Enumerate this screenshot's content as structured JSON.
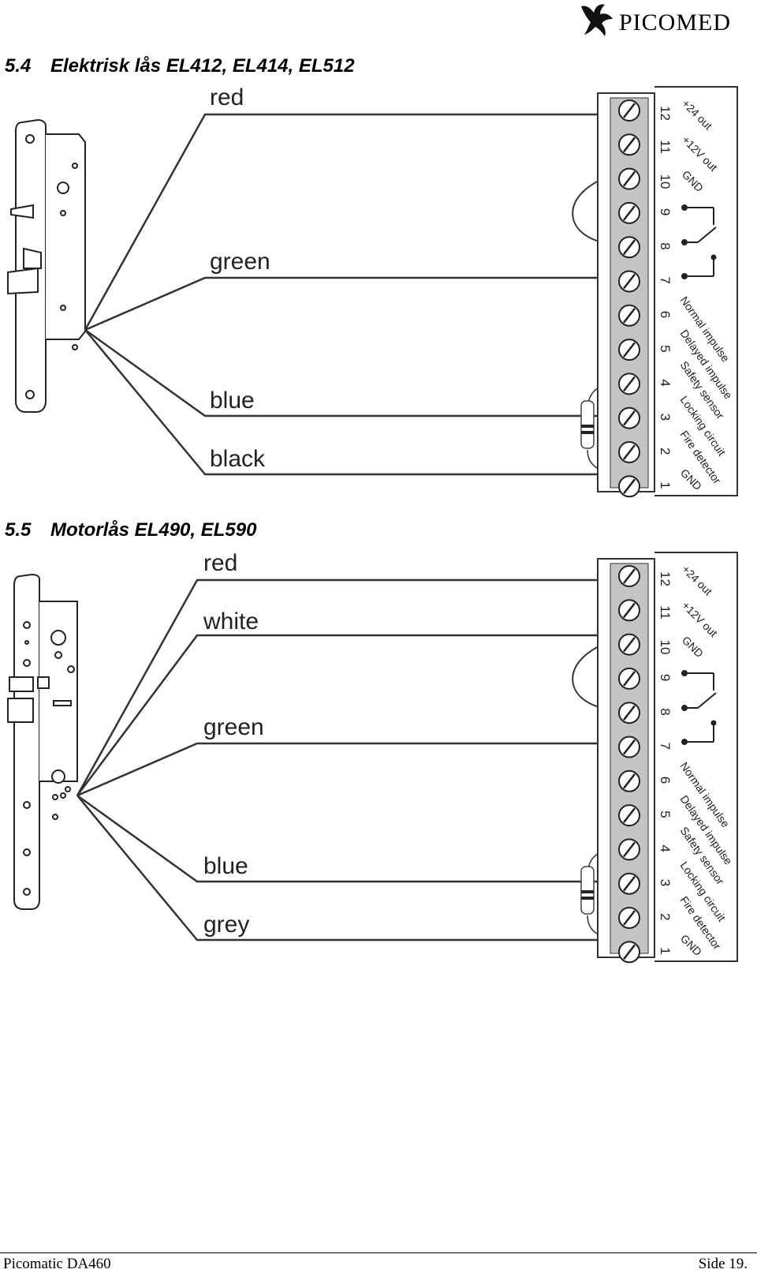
{
  "header": {
    "brand": "PICOMED"
  },
  "sections": [
    {
      "number": "5.4",
      "title": "Elektrisk lås EL412, EL414, EL512",
      "wires": [
        "red",
        "green",
        "blue",
        "black"
      ]
    },
    {
      "number": "5.5",
      "title": "Motorlås EL490, EL590",
      "wires": [
        "red",
        "white",
        "green",
        "blue",
        "grey"
      ]
    }
  ],
  "terminal_block": {
    "numbers": [
      "12",
      "11",
      "10",
      "9",
      "8",
      "7",
      "6",
      "5",
      "4",
      "3",
      "2",
      "1"
    ],
    "labels": [
      "+24 out",
      "+12V out",
      "GND",
      "Normal impulse",
      "Delayed impulse",
      "Safety sensor",
      "Locking circuit",
      "Fire detector",
      "GND"
    ]
  },
  "footer": {
    "left": "Picomatic DA460",
    "right": "Side 19."
  }
}
